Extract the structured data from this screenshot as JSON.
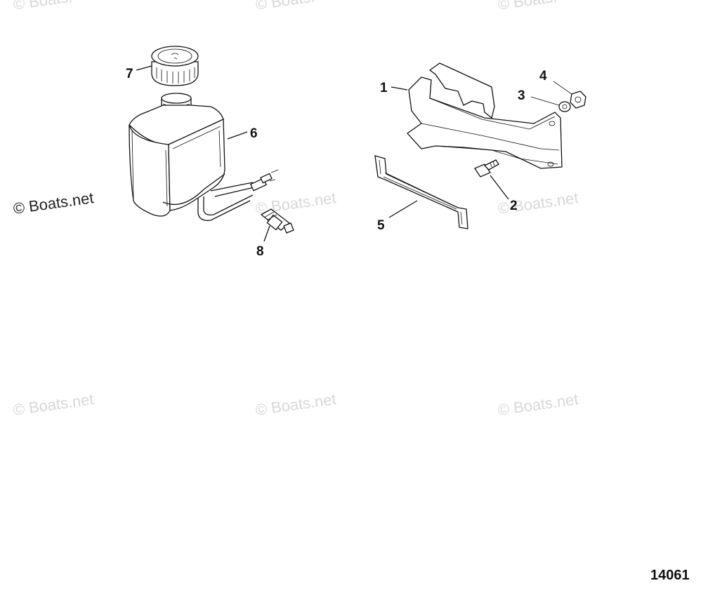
{
  "watermark": {
    "text": "© Boats.net",
    "top_partial": "© Boats."
  },
  "callouts": {
    "c1": "1",
    "c2": "2",
    "c3": "3",
    "c4": "4",
    "c5": "5",
    "c6": "6",
    "c7": "7",
    "c8": "8"
  },
  "part_number": "14061",
  "colors": {
    "ink": "#111111",
    "watermark": "#d8d8d8",
    "watermark_dark": "#222222",
    "background": "#ffffff"
  }
}
